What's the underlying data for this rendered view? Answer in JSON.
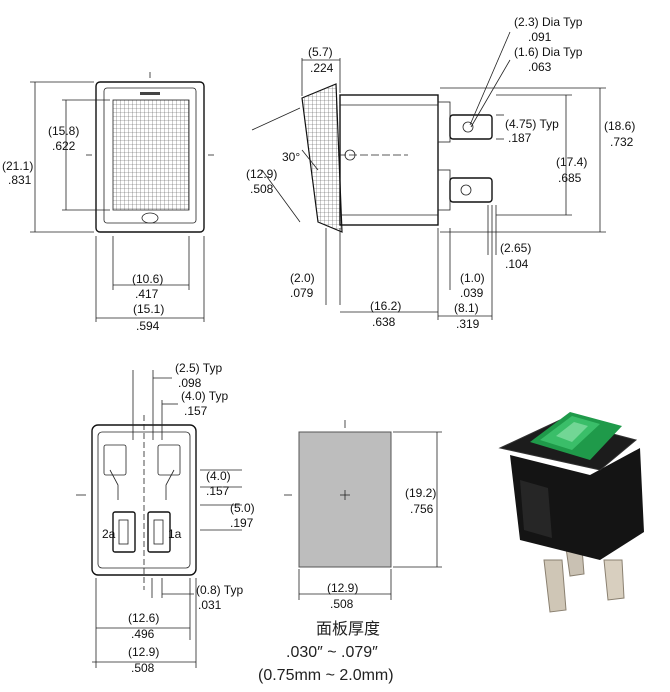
{
  "front_view": {
    "height_outer": "(21.1)",
    "height_outer_in": ".831",
    "height_lens": "(15.8)",
    "height_lens_in": ".622",
    "width_lens": "(10.6)",
    "width_lens_in": ".417",
    "width_outer": "(15.1)",
    "width_outer_in": ".594"
  },
  "side_view": {
    "rocker_depth": "(5.7)",
    "rocker_depth_in": ".224",
    "hole_dia": "(2.3) Dia Typ",
    "hole_dia_in": ".091",
    "hole_dia_small": "(1.6) Dia Typ",
    "hole_dia_small_in": ".063",
    "terminal_width": "(4.75) Typ",
    "terminal_width_in": ".187",
    "height_total": "(18.6)",
    "height_total_in": ".732",
    "height_body": "(17.4)",
    "height_body_in": ".685",
    "angle": "30°",
    "rocker_height": "(12.9)",
    "rocker_height_in": ".508",
    "terminal_thickness": "(2.65)",
    "terminal_thickness_in": ".104",
    "flange": "(2.0)",
    "flange_in": ".079",
    "gap": "(1.0)",
    "gap_in": ".039",
    "body_depth": "(16.2)",
    "body_depth_in": ".638",
    "terminal_length": "(8.1)",
    "terminal_length_in": ".319"
  },
  "bottom_view": {
    "pitch_small": "(2.5) Typ",
    "pitch_small_in": ".098",
    "pitch_large": "(4.0) Typ",
    "pitch_large_in": ".157",
    "spacing_a": "(4.0)",
    "spacing_a_in": ".157",
    "spacing_b": "(5.0)",
    "spacing_b_in": ".197",
    "label_left": "2a",
    "label_right": "1a",
    "term_thick": "(0.8) Typ",
    "term_thick_in": ".031",
    "width_inner": "(12.6)",
    "width_inner_in": ".496",
    "width_outer": "(12.9)",
    "width_outer_in": ".508"
  },
  "panel_cutout": {
    "height": "(19.2)",
    "height_in": ".756",
    "width": "(12.9)",
    "width_in": ".508",
    "thickness_title": "面板厚度",
    "thickness_in": ".030″ ~ .079″",
    "thickness_mm": "(0.75mm ~ 2.0mm)"
  },
  "photo": {
    "lens_color": "#1f9a4a",
    "body_color": "#161616",
    "terminal_color": "#c9c1b3"
  }
}
